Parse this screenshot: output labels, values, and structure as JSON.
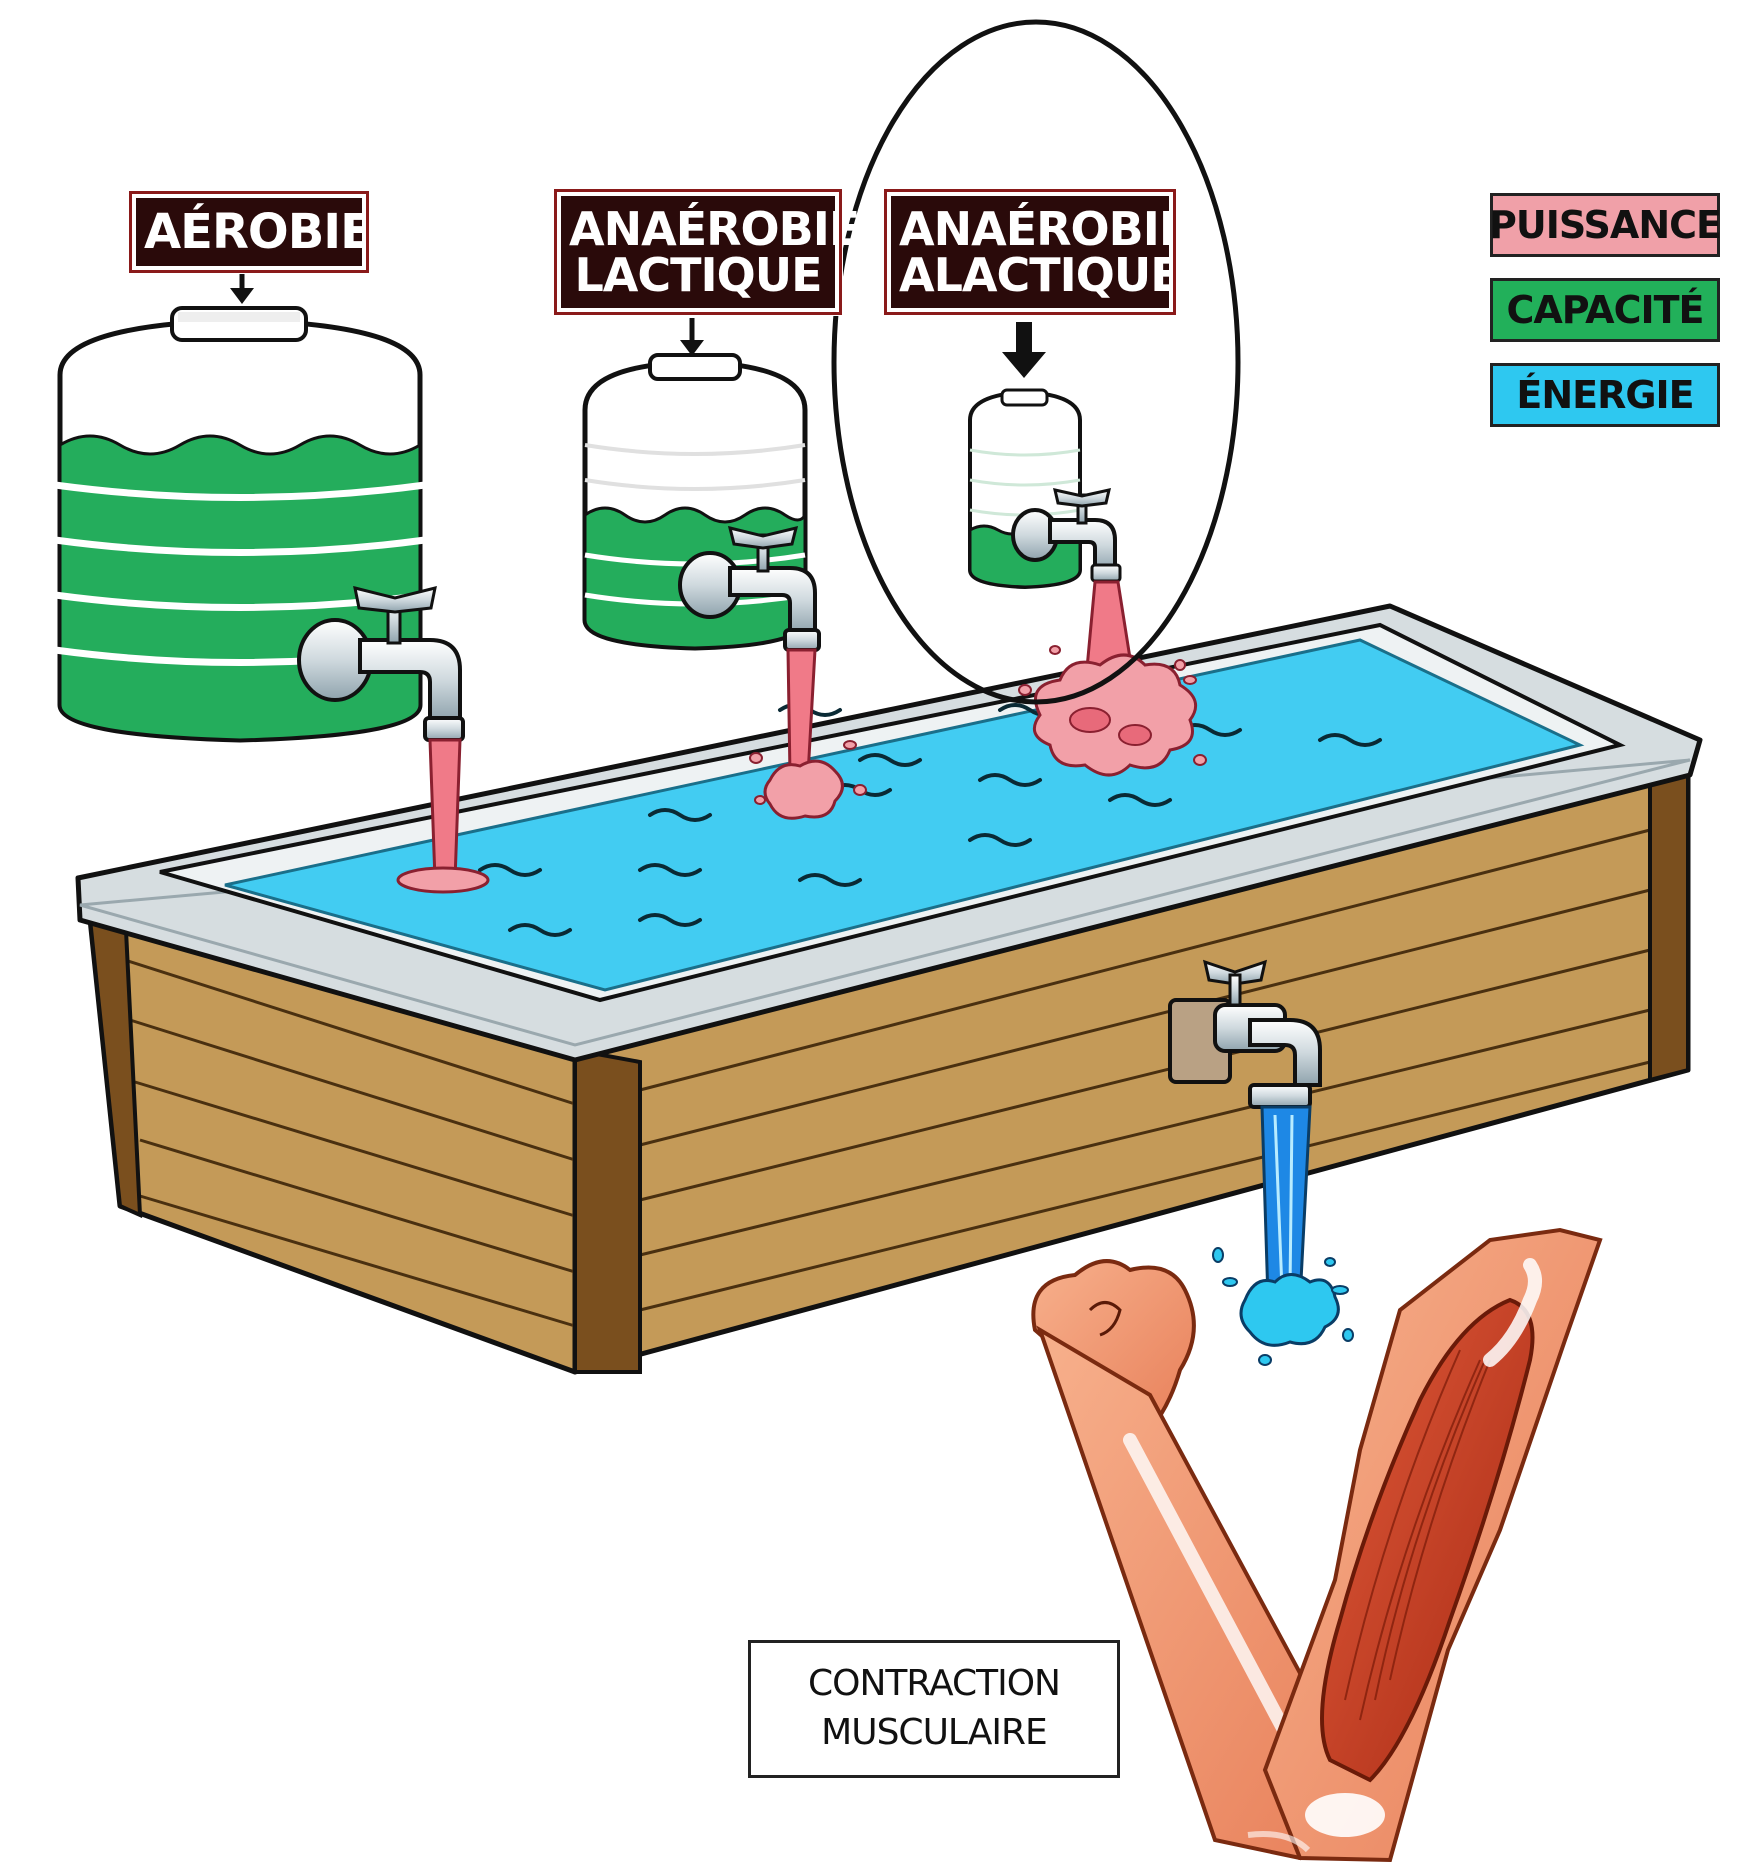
{
  "labels": {
    "aerobie": "AÉROBIE",
    "lactique_line1": "ANAÉROBIE",
    "lactique_line2": "LACTIQUE",
    "alactique_line1": "ANAÉROBIE",
    "alactique_line2": "ALACTIQUE"
  },
  "legend": [
    {
      "label": "PUISSANCE",
      "color": "#f0a0a8"
    },
    {
      "label": "CAPACITÉ",
      "color": "#22b05a"
    },
    {
      "label": "ÉNERGIE",
      "color": "#2ec8f0"
    }
  ],
  "caption": {
    "line1": "CONTRACTION",
    "line2": "MUSCULAIRE"
  },
  "tank_fill_levels": {
    "aerobie": 0.8,
    "anaerobie_lactique": 0.5,
    "anaerobie_alactique": 0.3
  },
  "colors": {
    "water": "#42ccf2",
    "tank_liquid": "#24ad5c",
    "stream_pink": "#f2a0a8",
    "wood": "#c49a58",
    "wood_dark": "#7a4f1e",
    "basin_rim": "#d6dde0",
    "skin": "#f4a07a",
    "muscle": "#c0391f"
  }
}
